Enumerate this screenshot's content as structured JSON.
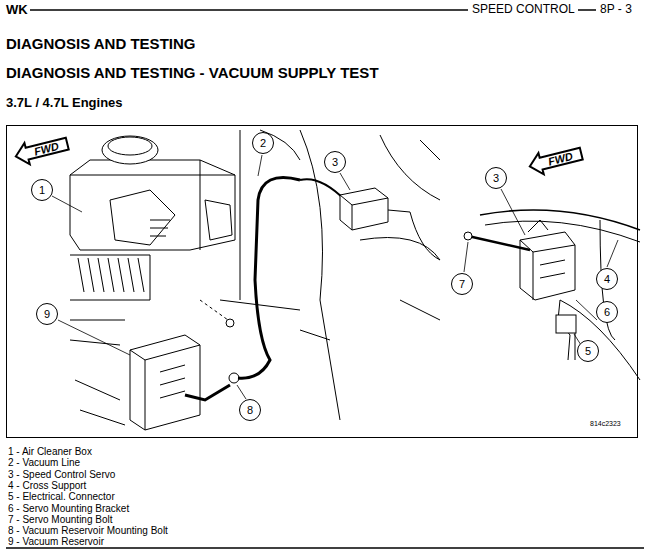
{
  "diagram": {
    "title": "DIAGNOSIS AND TESTING",
    "nodes": [
      {
        "text": [
          "FWD"
        ]
      },
      {
        "text": [
          "2"
        ]
      },
      {
        "text": [
          "3"
        ]
      },
      {
        "text": [
          "1"
        ]
      },
      {
        "text": [
          "9"
        ]
      },
      {
        "text": [
          "8"
        ]
      },
      {
        "text": [
          "FWD"
        ]
      },
      {
        "text": [
          "3"
        ]
      },
      {
        "text": [
          "7"
        ]
      },
      {
        "text": [
          "4"
        ]
      },
      {
        "text": [
          "6"
        ]
      },
      {
        "text": [
          "5"
        ]
      }
    ],
    "labels": [
      "WK",
      "SPEED CONTROL",
      "8P - 3",
      "DIAGNOSIS AND TESTING - VACUUM SUPPLY TEST",
      "3.7L / 4.7L Engines",
      "814c2323",
      "1 - Air Cleaner Box",
      "2 - Vacuum Line",
      "3 - Speed Control Servo",
      "4 - Cross Support",
      "5 - Electrical. Connector",
      "6 - Servo Mounting Bracket",
      "7 - Servo Mounting Bolt",
      "8 - Vacuum Reservoir Mounting Bolt",
      "9 - Vacuum Reservoir"
    ]
  }
}
